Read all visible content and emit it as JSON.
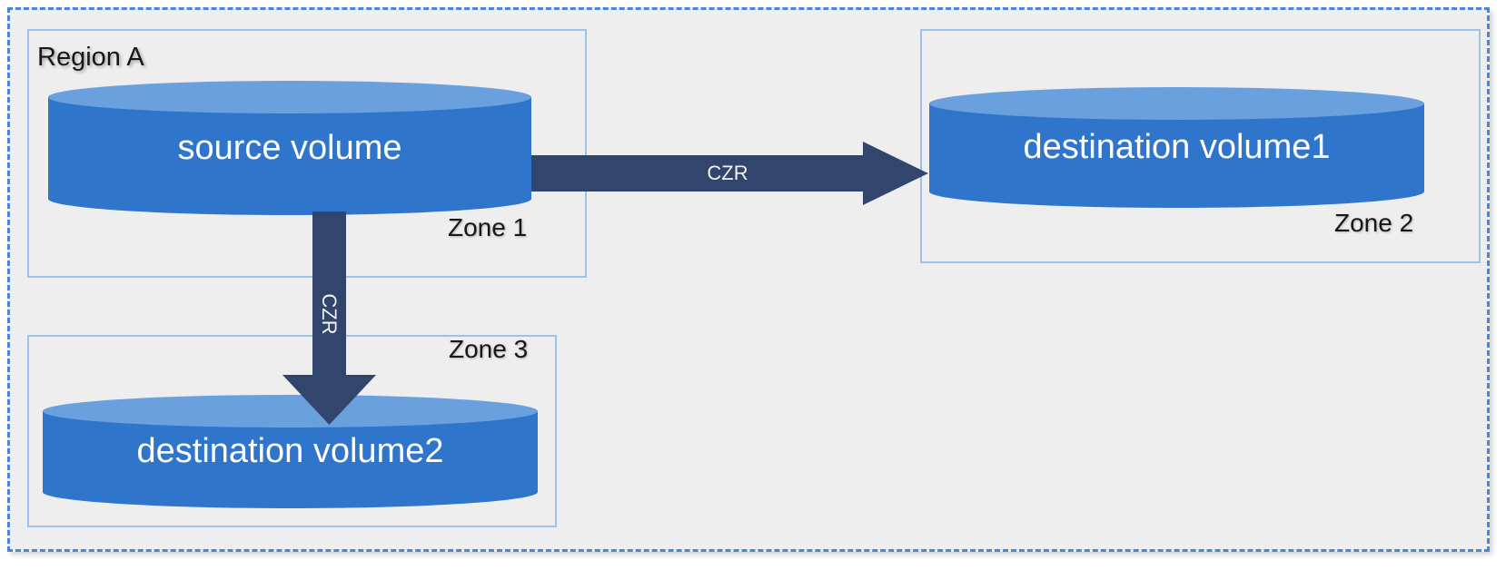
{
  "diagram": {
    "region": {
      "label": "Region A",
      "border_color": "#4a86d8",
      "fill_color": "#eeeeee"
    },
    "zones": [
      {
        "id": "zone1",
        "label": "Zone 1"
      },
      {
        "id": "zone2",
        "label": "Zone 2"
      },
      {
        "id": "zone3",
        "label": "Zone 3"
      }
    ],
    "volumes": [
      {
        "id": "source",
        "label": "source volume",
        "zone": "Zone 1",
        "body_color": "#2e75cb",
        "top_color": "#6aa0de"
      },
      {
        "id": "dest1",
        "label": "destination volume1",
        "zone": "Zone 2",
        "body_color": "#2e75cb",
        "top_color": "#6aa0de"
      },
      {
        "id": "dest2",
        "label": "destination volume2",
        "zone": "Zone 3",
        "body_color": "#2e75cb",
        "top_color": "#6aa0de"
      }
    ],
    "arrows": [
      {
        "id": "source-to-dest1",
        "label": "CZR",
        "from": "source volume",
        "to": "destination volume1",
        "direction": "right",
        "color": "#32456c"
      },
      {
        "id": "source-to-dest2",
        "label": "CZR",
        "from": "source volume",
        "to": "destination volume2",
        "direction": "down",
        "color": "#32456c"
      }
    ]
  }
}
